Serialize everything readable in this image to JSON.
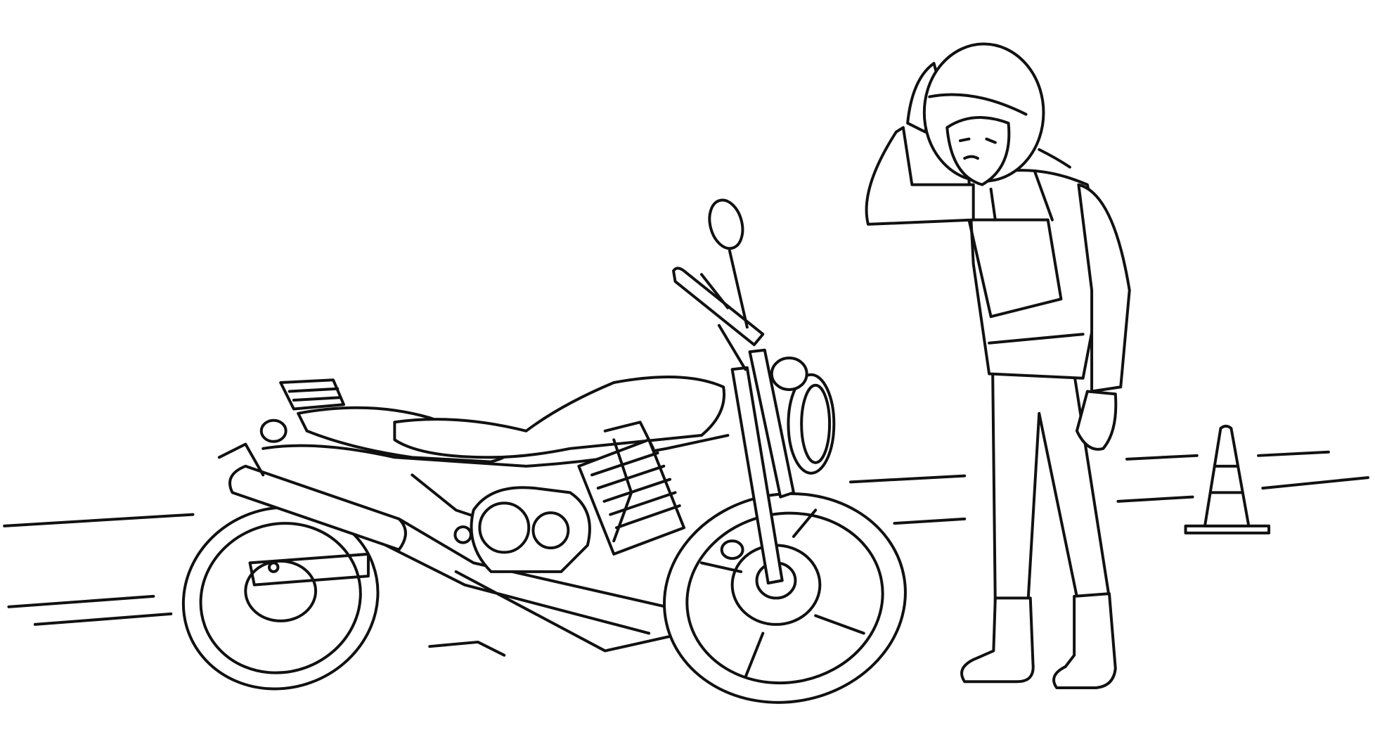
{
  "illustration": {
    "style": "black line art on white",
    "subject_icons": [
      "fallen-motorcycle",
      "rider-with-helmet",
      "traffic-cone",
      "road-lines"
    ]
  },
  "colors": {
    "background": "#ffffff",
    "line": "#111111"
  }
}
